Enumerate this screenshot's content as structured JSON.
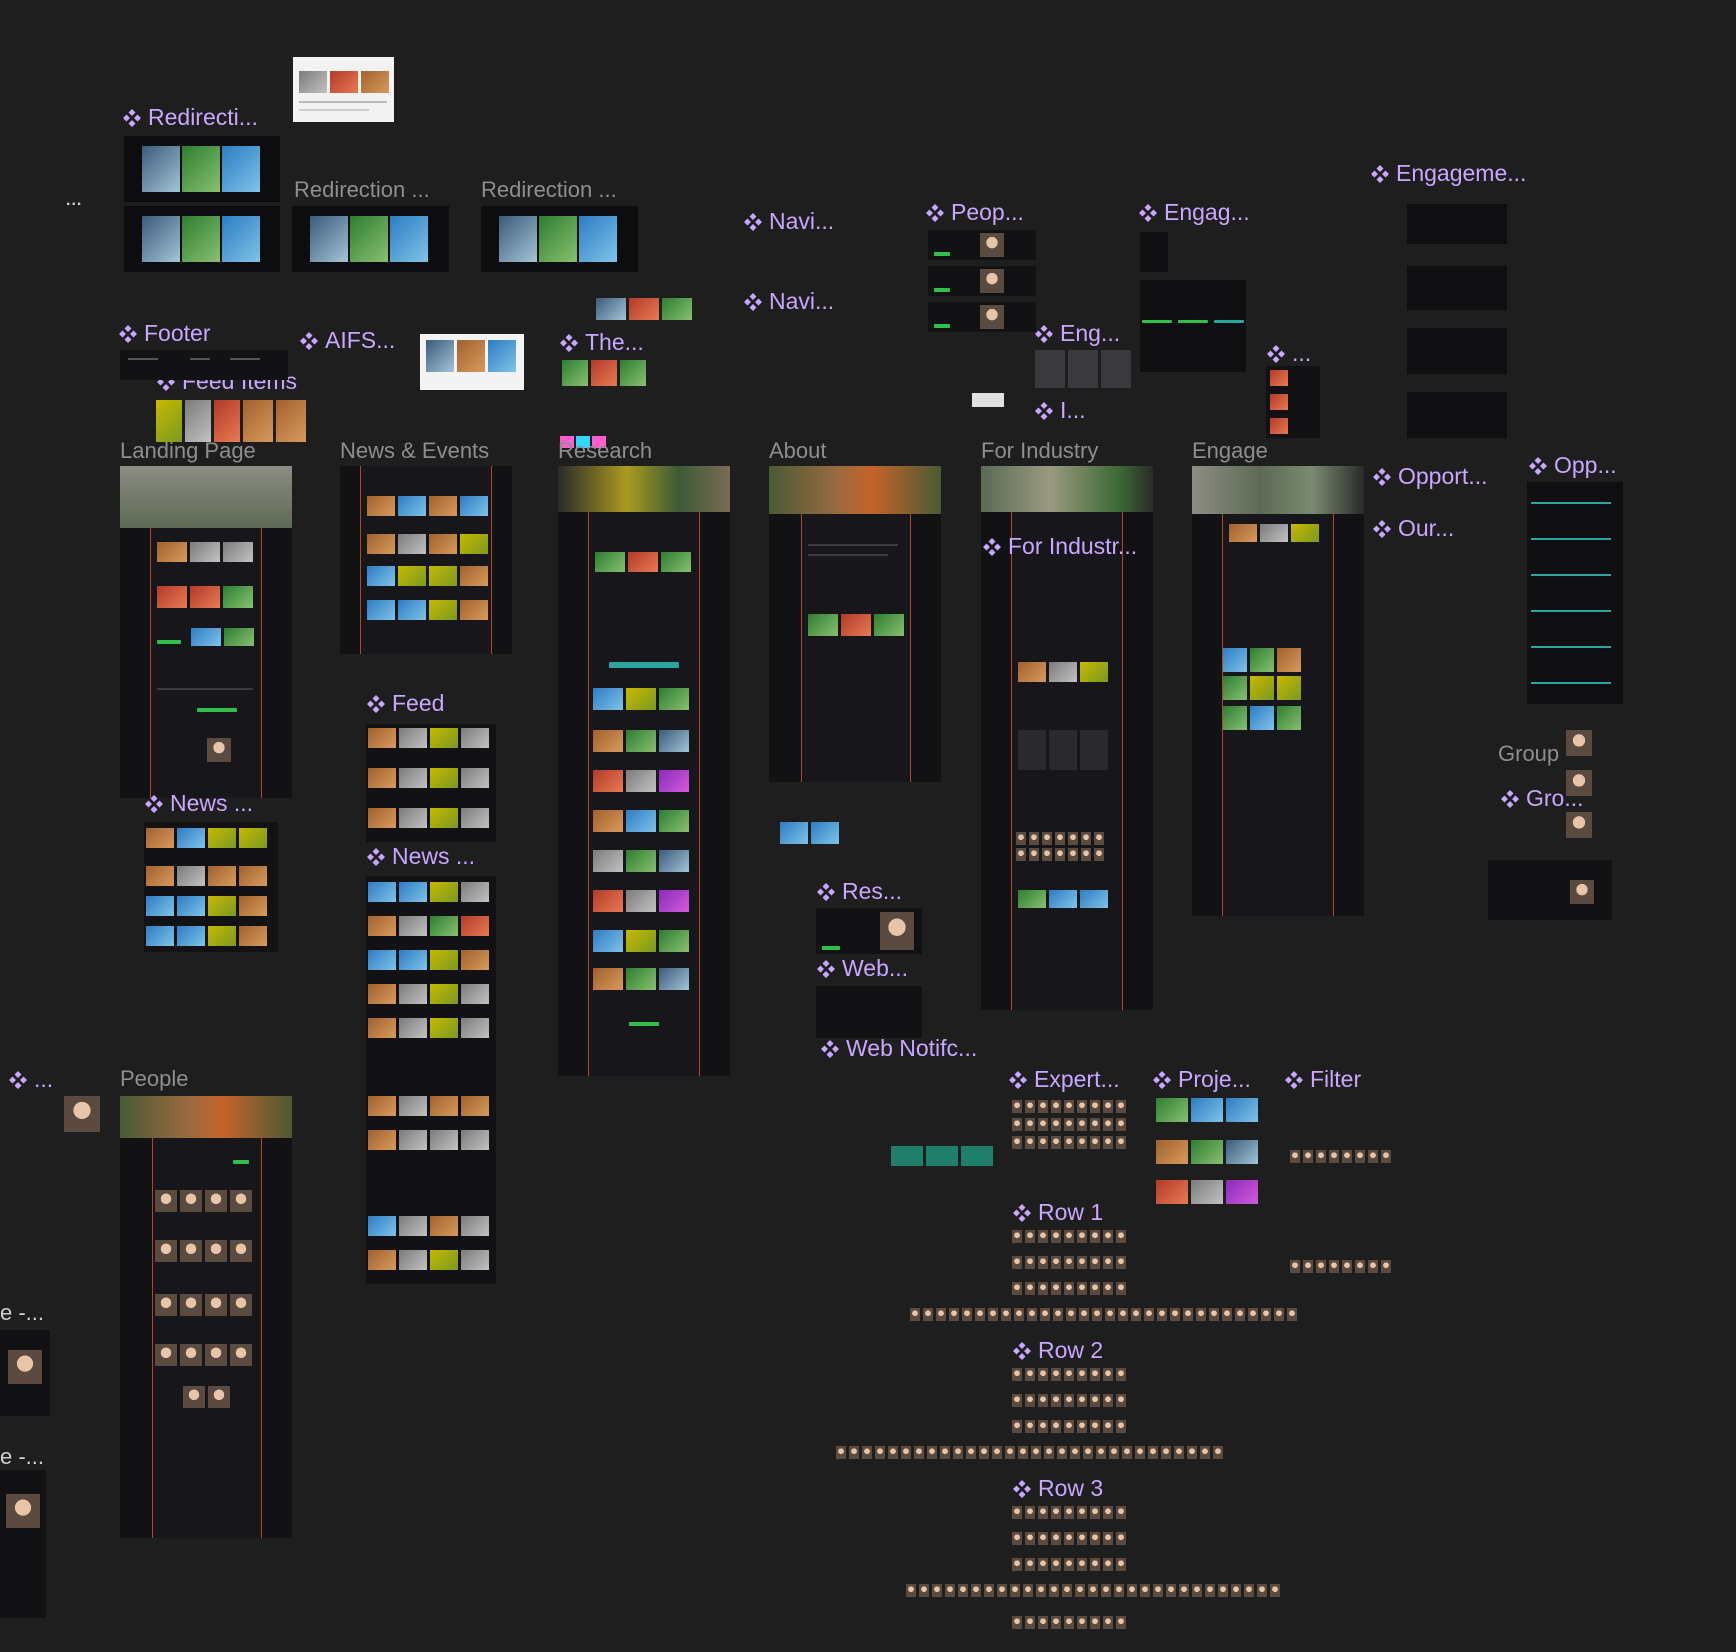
{
  "canvas": {
    "background": "#1e1e1e",
    "component_color": "#c9a6ff",
    "frame_label_color": "#8e8e8e",
    "accent_green": "#2fbf4a",
    "frame_border": "#b4442a"
  },
  "labels": {
    "redirecti": "Redirecti...",
    "redirection_1": "Redirection ...",
    "redirection_2": "Redirection ...",
    "navi_1": "Navi...",
    "navi_2": "Navi...",
    "peop": "Peop...",
    "engag": "Engag...",
    "engageme": "Engageme...",
    "footer": "Footer",
    "aifs": "AIFS...",
    "feed_items": "Feed Items",
    "the": "The...",
    "eng": "Eng...",
    "i_dots": "I...",
    "landing_page": "Landing Page",
    "news_events": "News & Events",
    "research": "Research",
    "about": "About",
    "for_industry": "For Industry",
    "engage": "Engage",
    "opport": "Opport...",
    "our": "Our...",
    "opp": "Opp...",
    "for_industr": "For Industr...",
    "feed": "Feed",
    "news_1": "News ...",
    "news_2": "News ...",
    "res": "Res...",
    "web": "Web...",
    "web_notifc": "Web Notifc...",
    "group": "Group",
    "gro": "Gro...",
    "people": "People",
    "expert": "Expert...",
    "proje": "Proje...",
    "filter": "Filter",
    "row_1": "Row 1",
    "row_2": "Row 2",
    "row_3": "Row 3",
    "ellipsis": "...",
    "edge_1": "e -...",
    "edge_2": "e -..."
  },
  "icons": {
    "component": "component-diamond-icon",
    "dots": "more-dots-icon"
  }
}
